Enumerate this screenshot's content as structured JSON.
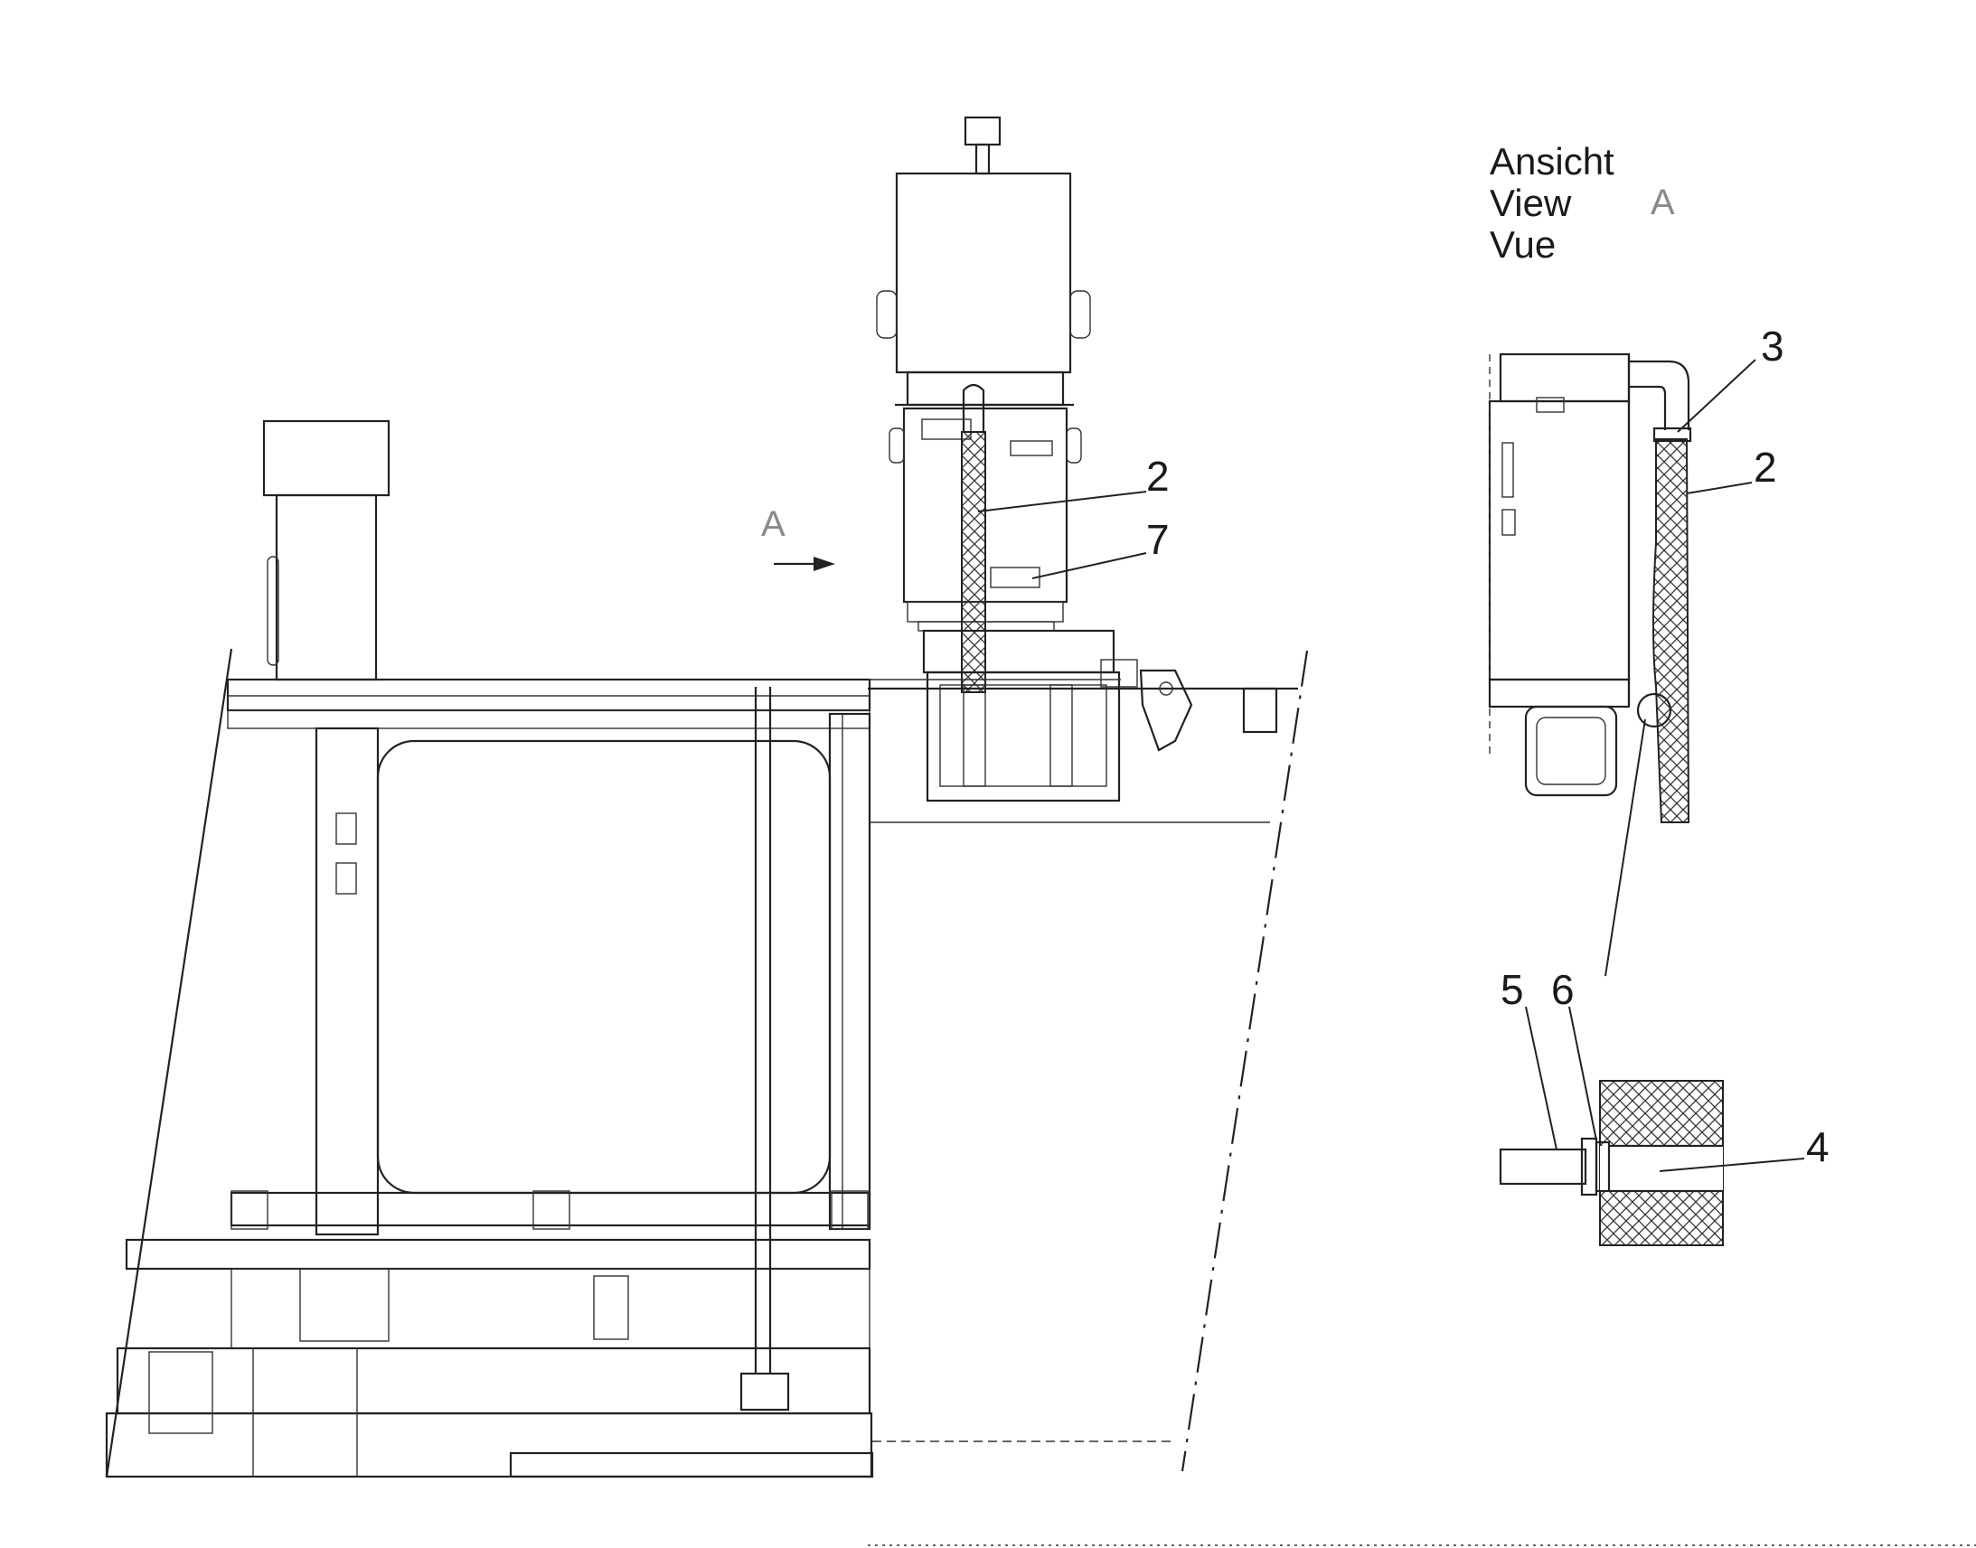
{
  "view_caption": {
    "line1": "Ansicht",
    "line2": "View",
    "line3": "Vue",
    "letter": "A"
  },
  "view_arrow_letter": "A",
  "callouts": {
    "main_2": "2",
    "main_7": "7",
    "detail_3": "3",
    "detail_2": "2",
    "section_5": "5",
    "section_6": "6",
    "section_4": "4"
  },
  "colors": {
    "line": "#222222",
    "background": "#ffffff",
    "view_letter": "#8a8a8a"
  }
}
